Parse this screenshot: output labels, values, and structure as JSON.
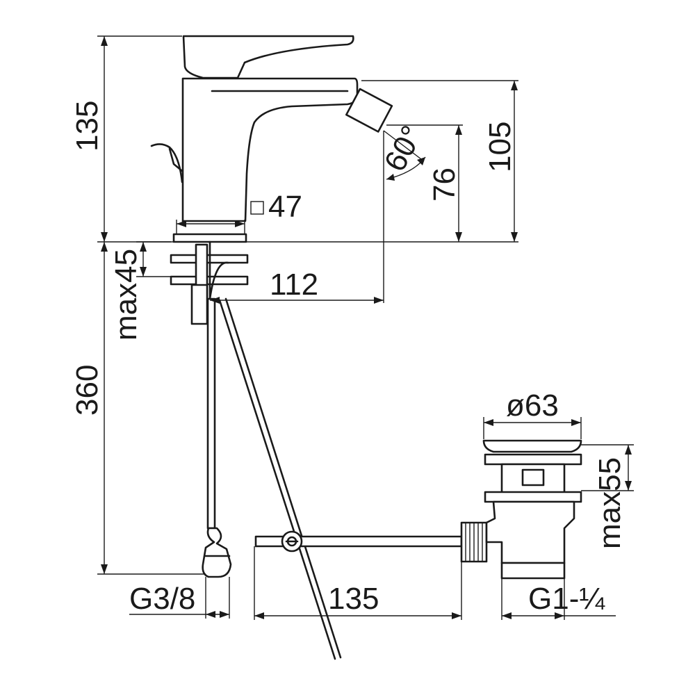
{
  "dimensions": {
    "faucet_height": "135",
    "spout_height": "105",
    "outlet_height": "76",
    "outlet_angle": "60°",
    "base_size": "47",
    "max_deck_thickness": "max45",
    "spout_reach": "112",
    "hose_length": "360",
    "hose_thread": "G3/8",
    "rod_length": "135",
    "waste_diameter": "ø63",
    "waste_max": "max55",
    "waste_thread": "G1-¼"
  },
  "colors": {
    "ink": "#1a1a1a",
    "paper": "#ffffff"
  }
}
